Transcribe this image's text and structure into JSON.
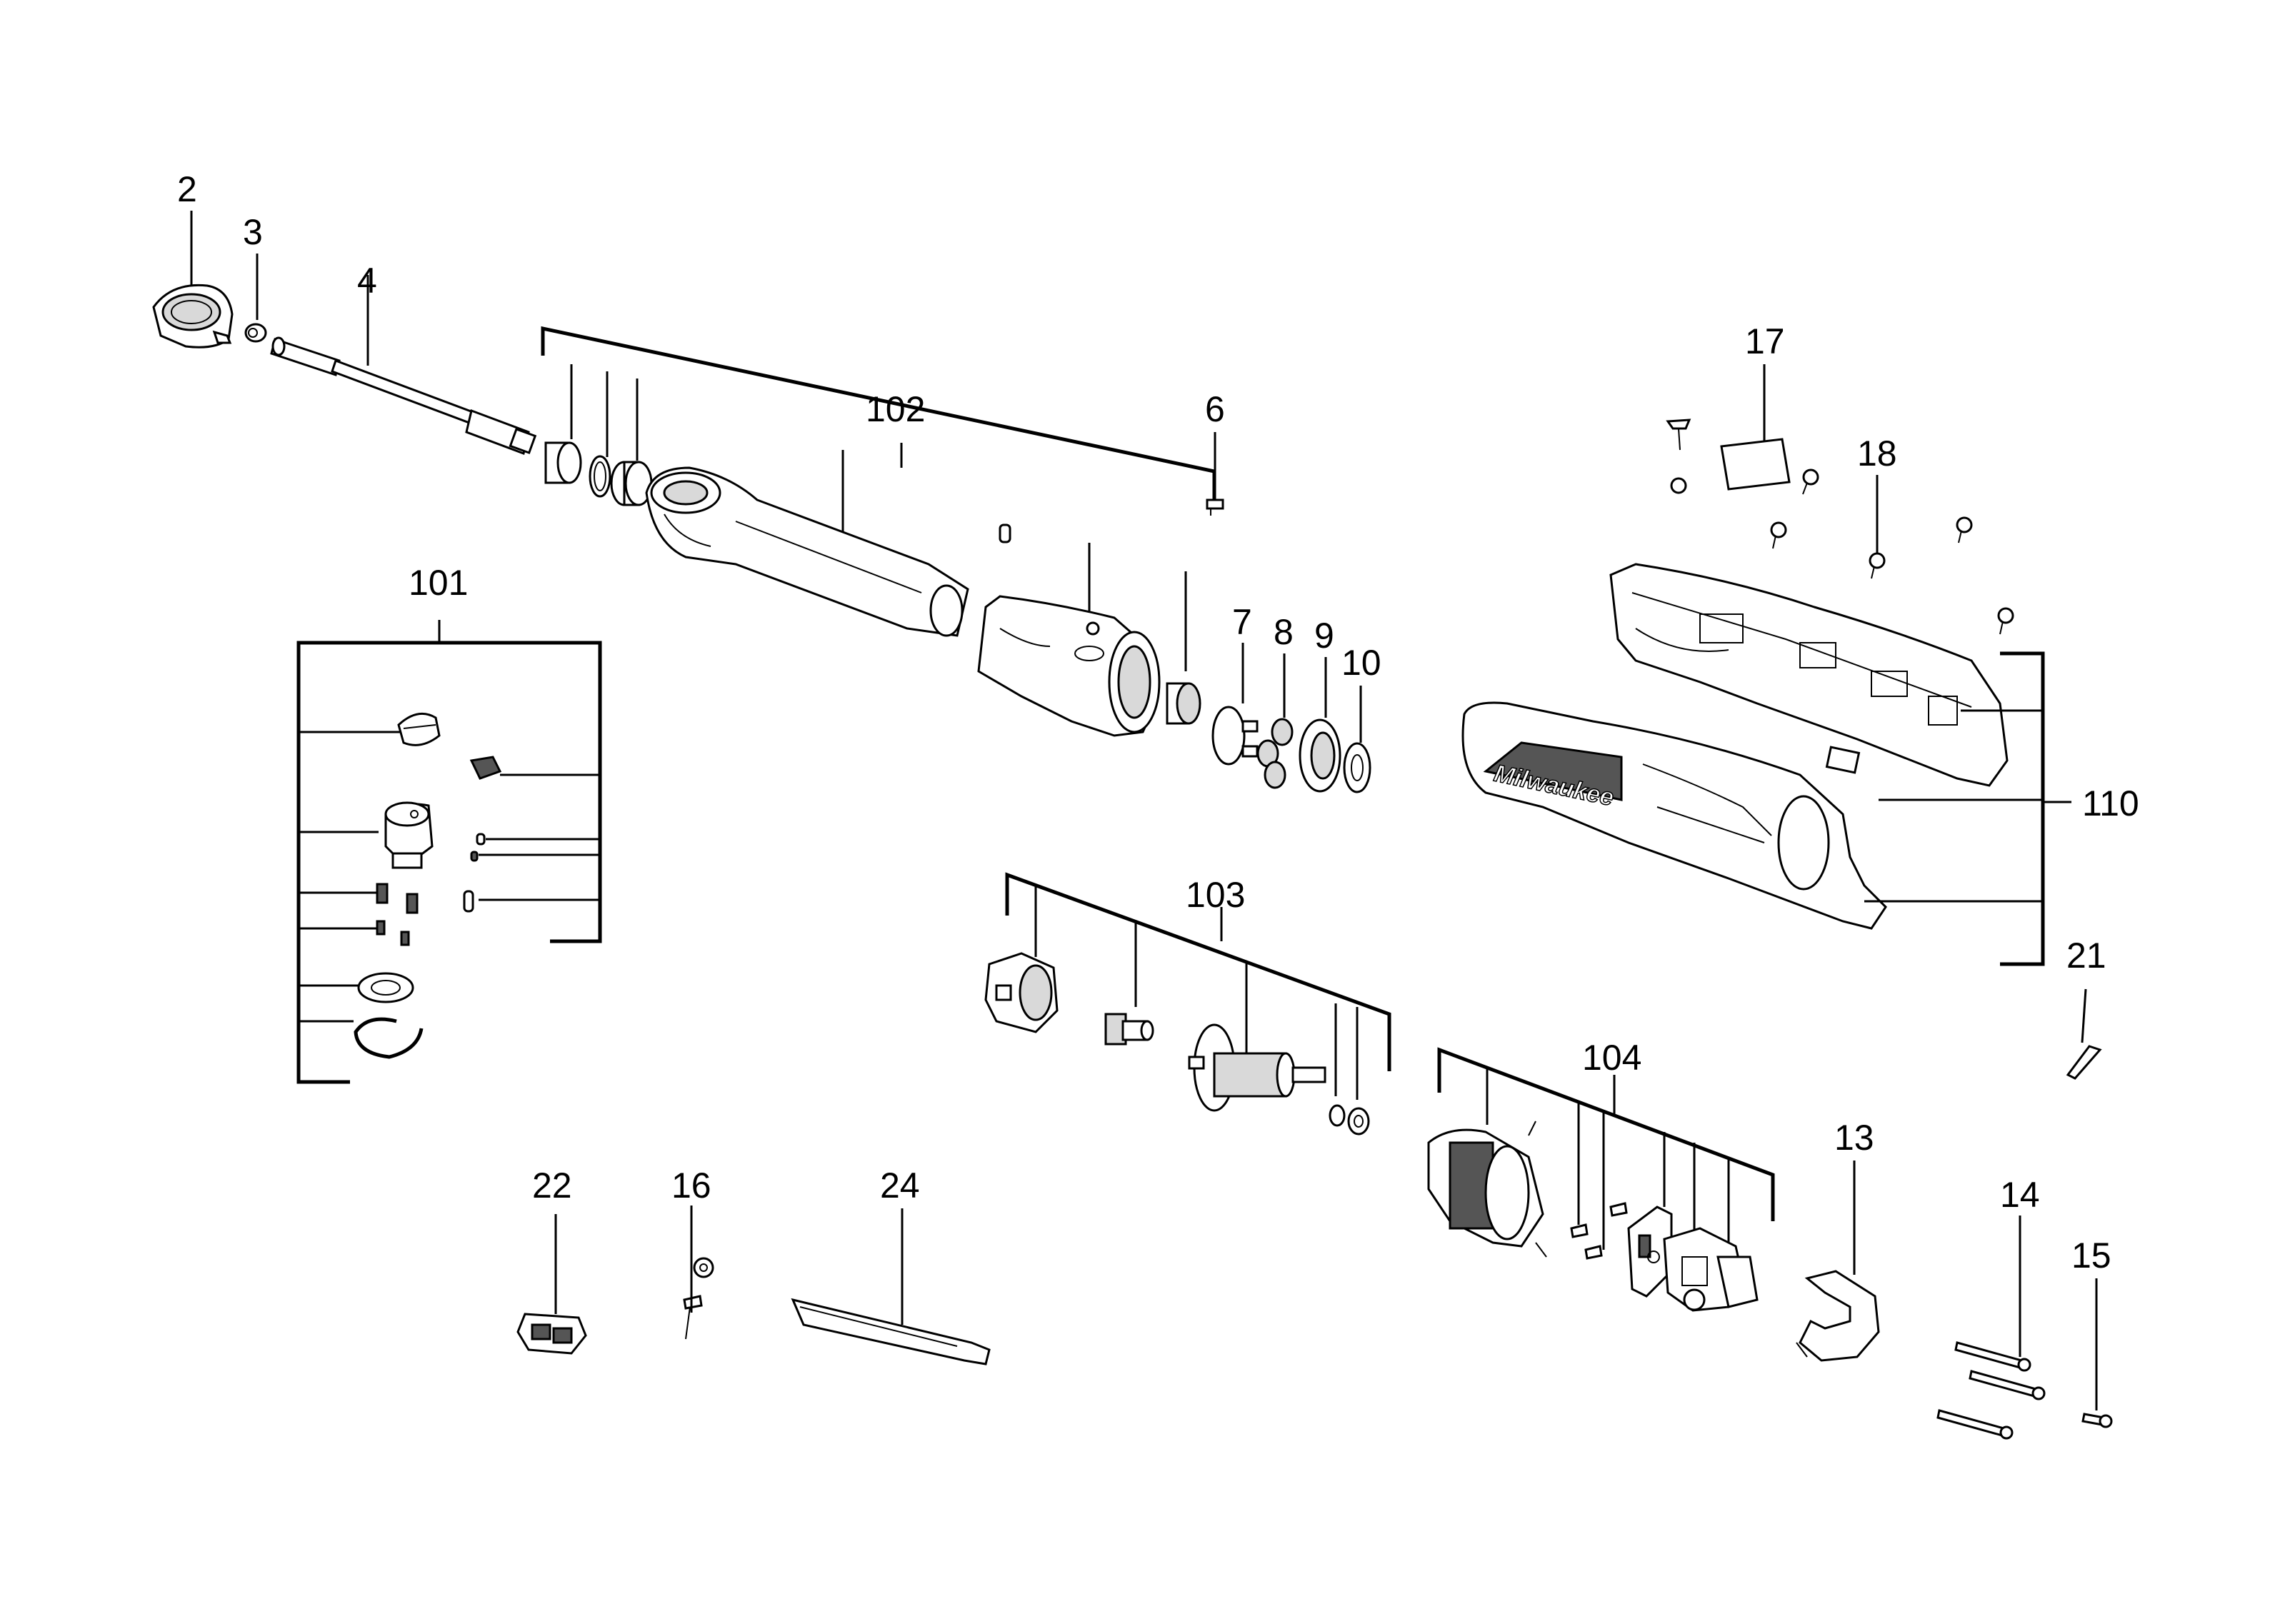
{
  "diagram": {
    "callouts": {
      "c2": "2",
      "c3": "3",
      "c4": "4",
      "c6": "6",
      "c7": "7",
      "c8": "8",
      "c9": "9",
      "c10": "10",
      "c13": "13",
      "c14": "14",
      "c15": "15",
      "c16": "16",
      "c17": "17",
      "c18": "18",
      "c21": "21",
      "c22": "22",
      "c24": "24",
      "c101": "101",
      "c102": "102",
      "c103": "103",
      "c104": "104",
      "c110": "110"
    },
    "housing_brand_text": "Milwaukee"
  }
}
